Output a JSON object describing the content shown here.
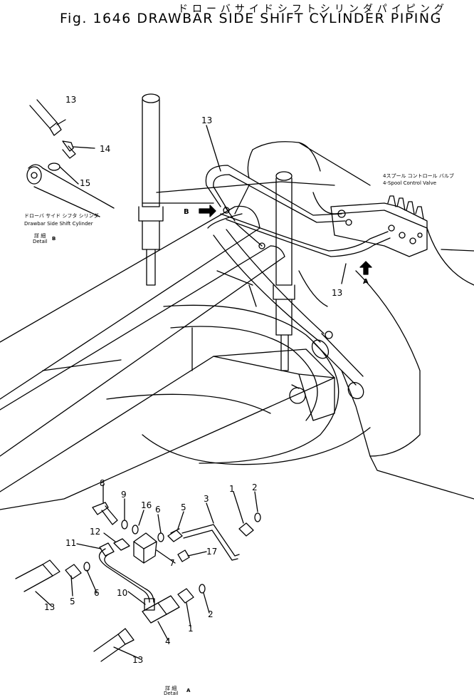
{
  "title": {
    "jp": "ドローバサイドシフトシリンダパイピング",
    "en": "Fig. 1646   DRAWBAR SIDE SHIFT CYLINDER PIPING"
  },
  "captions": {
    "valve_jp": "4スプール コントロール バルブ",
    "valve_en": "4-Spool Control Valve",
    "cyl_jp": "ドローバ サイド シフタ シリンダ",
    "cyl_en": "Drawbar Side Shift Cylinder",
    "detail_b_jp": "詳 細",
    "detail_b_word": "Detail",
    "detail_b_letter": "B",
    "detail_a_jp": "詳 細",
    "detail_a_word": "Detail",
    "detail_a_letter": "A",
    "arrow_b_letter": "B",
    "arrow_a_letter": "A"
  },
  "callouts": [
    {
      "id": "c13a",
      "label": "13"
    },
    {
      "id": "c14",
      "label": "14"
    },
    {
      "id": "c15",
      "label": "15"
    },
    {
      "id": "c13b",
      "label": "13"
    },
    {
      "id": "c13c",
      "label": "13"
    },
    {
      "id": "c8",
      "label": "8"
    },
    {
      "id": "c9",
      "label": "9"
    },
    {
      "id": "c16",
      "label": "16"
    },
    {
      "id": "c6a",
      "label": "6"
    },
    {
      "id": "c5a",
      "label": "5"
    },
    {
      "id": "c3",
      "label": "3"
    },
    {
      "id": "c1a",
      "label": "1"
    },
    {
      "id": "c2a",
      "label": "2"
    },
    {
      "id": "c12",
      "label": "12"
    },
    {
      "id": "c11",
      "label": "11"
    },
    {
      "id": "c7",
      "label": "7"
    },
    {
      "id": "c17",
      "label": "17"
    },
    {
      "id": "c5b",
      "label": "5"
    },
    {
      "id": "c6b",
      "label": "6"
    },
    {
      "id": "c10",
      "label": "10"
    },
    {
      "id": "c2b",
      "label": "2"
    },
    {
      "id": "c1b",
      "label": "1"
    },
    {
      "id": "c4",
      "label": "4"
    },
    {
      "id": "c13d",
      "label": "13"
    },
    {
      "id": "c13e",
      "label": "13"
    }
  ]
}
